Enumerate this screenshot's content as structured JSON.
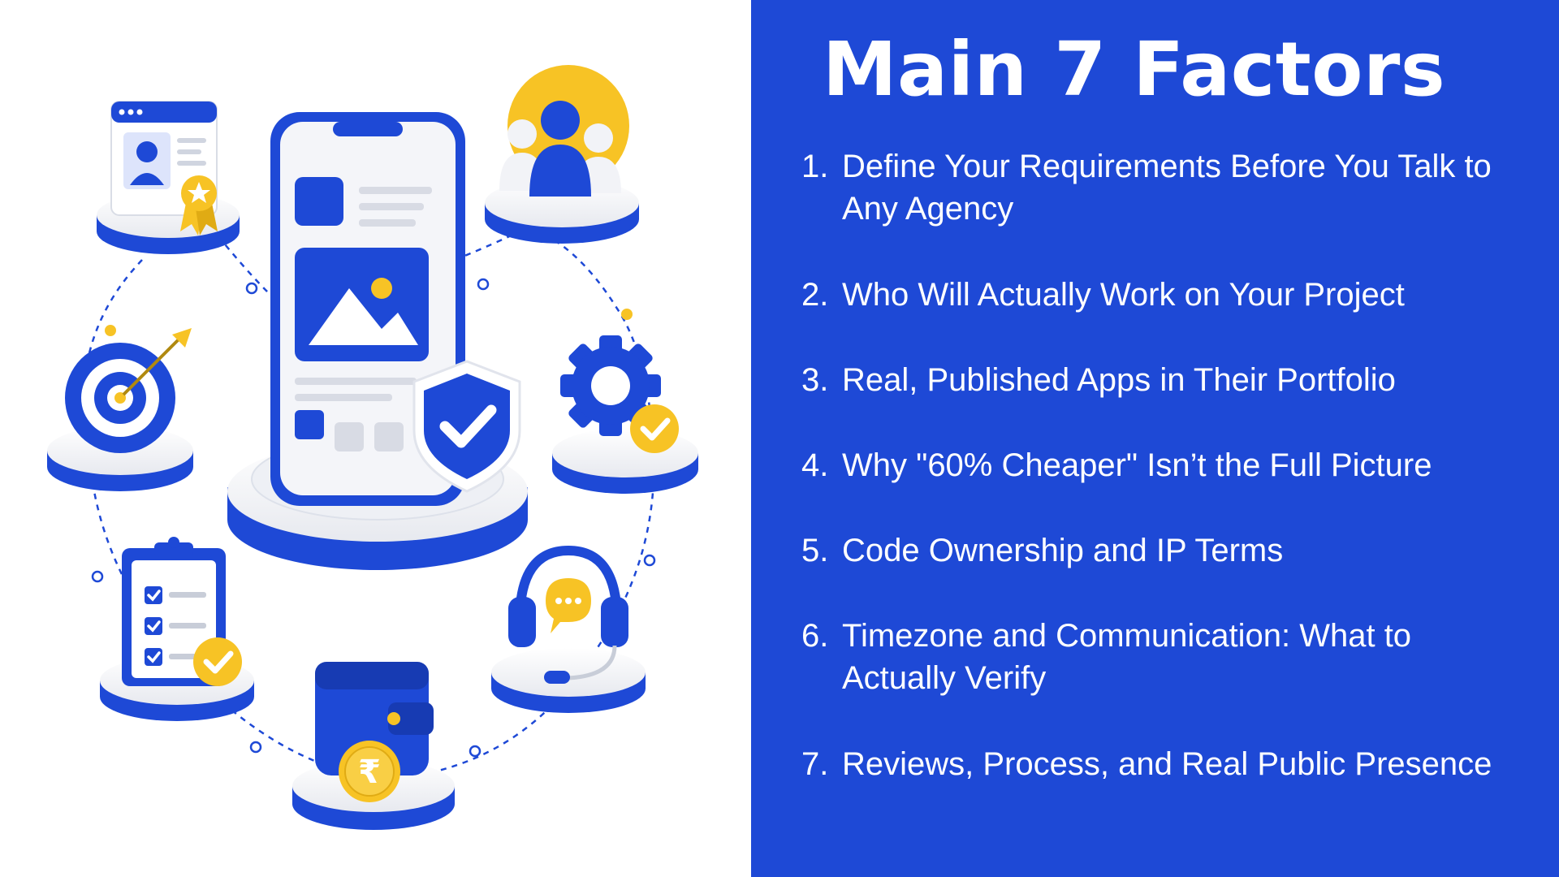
{
  "title": "Main 7 Factors",
  "factors": [
    {
      "number": "1.",
      "text": "Define Your Requirements Before You Talk to Any Agency"
    },
    {
      "number": "2.",
      "text": "Who Will Actually Work on Your Project"
    },
    {
      "number": "3.",
      "text": "Real, Published Apps in Their Portfolio"
    },
    {
      "number": "4.",
      "text": "Why \"60% Cheaper\" Isn’t the Full Picture"
    },
    {
      "number": "5.",
      "text": "Code Ownership and IP Terms"
    },
    {
      "number": "6.",
      "text": "Timezone and Communication: What to Actually Verify"
    },
    {
      "number": "7.",
      "text": "Reviews, Process, and Real Public Presence"
    }
  ],
  "colors": {
    "brand_blue": "#1e49d6",
    "accent_yellow": "#f7c325",
    "platform_white": "#f3f4f7"
  },
  "icons": [
    "profile-certificate-icon",
    "team-people-icon",
    "smartphone-app-icon",
    "shield-check-icon",
    "target-arrow-icon",
    "gear-check-icon",
    "clipboard-checklist-icon",
    "headset-chat-icon",
    "wallet-rupee-coin-icon"
  ]
}
